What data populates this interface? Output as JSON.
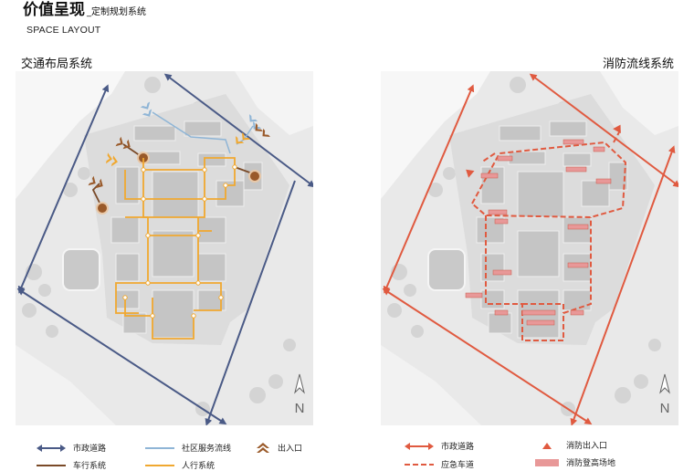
{
  "header": {
    "title": "价值呈现",
    "subtitle": "_定制规划系统",
    "english": "SPACE LAYOUT"
  },
  "panels": [
    {
      "title": "交通布局系统",
      "north": "N"
    },
    {
      "title": "消防流线系统",
      "north": "N"
    }
  ],
  "legend_left": [
    {
      "label": "市政道路",
      "color": "#4a5a86",
      "symbol": "double-arrow"
    },
    {
      "label": "车行系统",
      "color": "#7a4a28",
      "symbol": "line"
    },
    {
      "label": "社区服务流线",
      "color": "#8fb5d6",
      "symbol": "line"
    },
    {
      "label": "人行系统",
      "color": "#f0a830",
      "symbol": "line"
    },
    {
      "label": "出入口",
      "color": "#9a5a2a",
      "symbol": "chevron-up"
    }
  ],
  "legend_right": [
    {
      "label": "市政道路",
      "color": "#e05a40",
      "symbol": "double-arrow"
    },
    {
      "label": "应急车道",
      "color": "#e05a40",
      "symbol": "dashed-line"
    },
    {
      "label": "消防出入口",
      "color": "#e05a40",
      "symbol": "triangle"
    },
    {
      "label": "消防登高场地",
      "color": "#e89898",
      "symbol": "rect"
    }
  ],
  "colors": {
    "municipal_road_left": "#4a5a86",
    "vehicle": "#7a4a28",
    "service": "#8fb5d6",
    "pedestrian": "#f0a830",
    "fire": "#e05a40",
    "fire_pad": "#e89898"
  }
}
